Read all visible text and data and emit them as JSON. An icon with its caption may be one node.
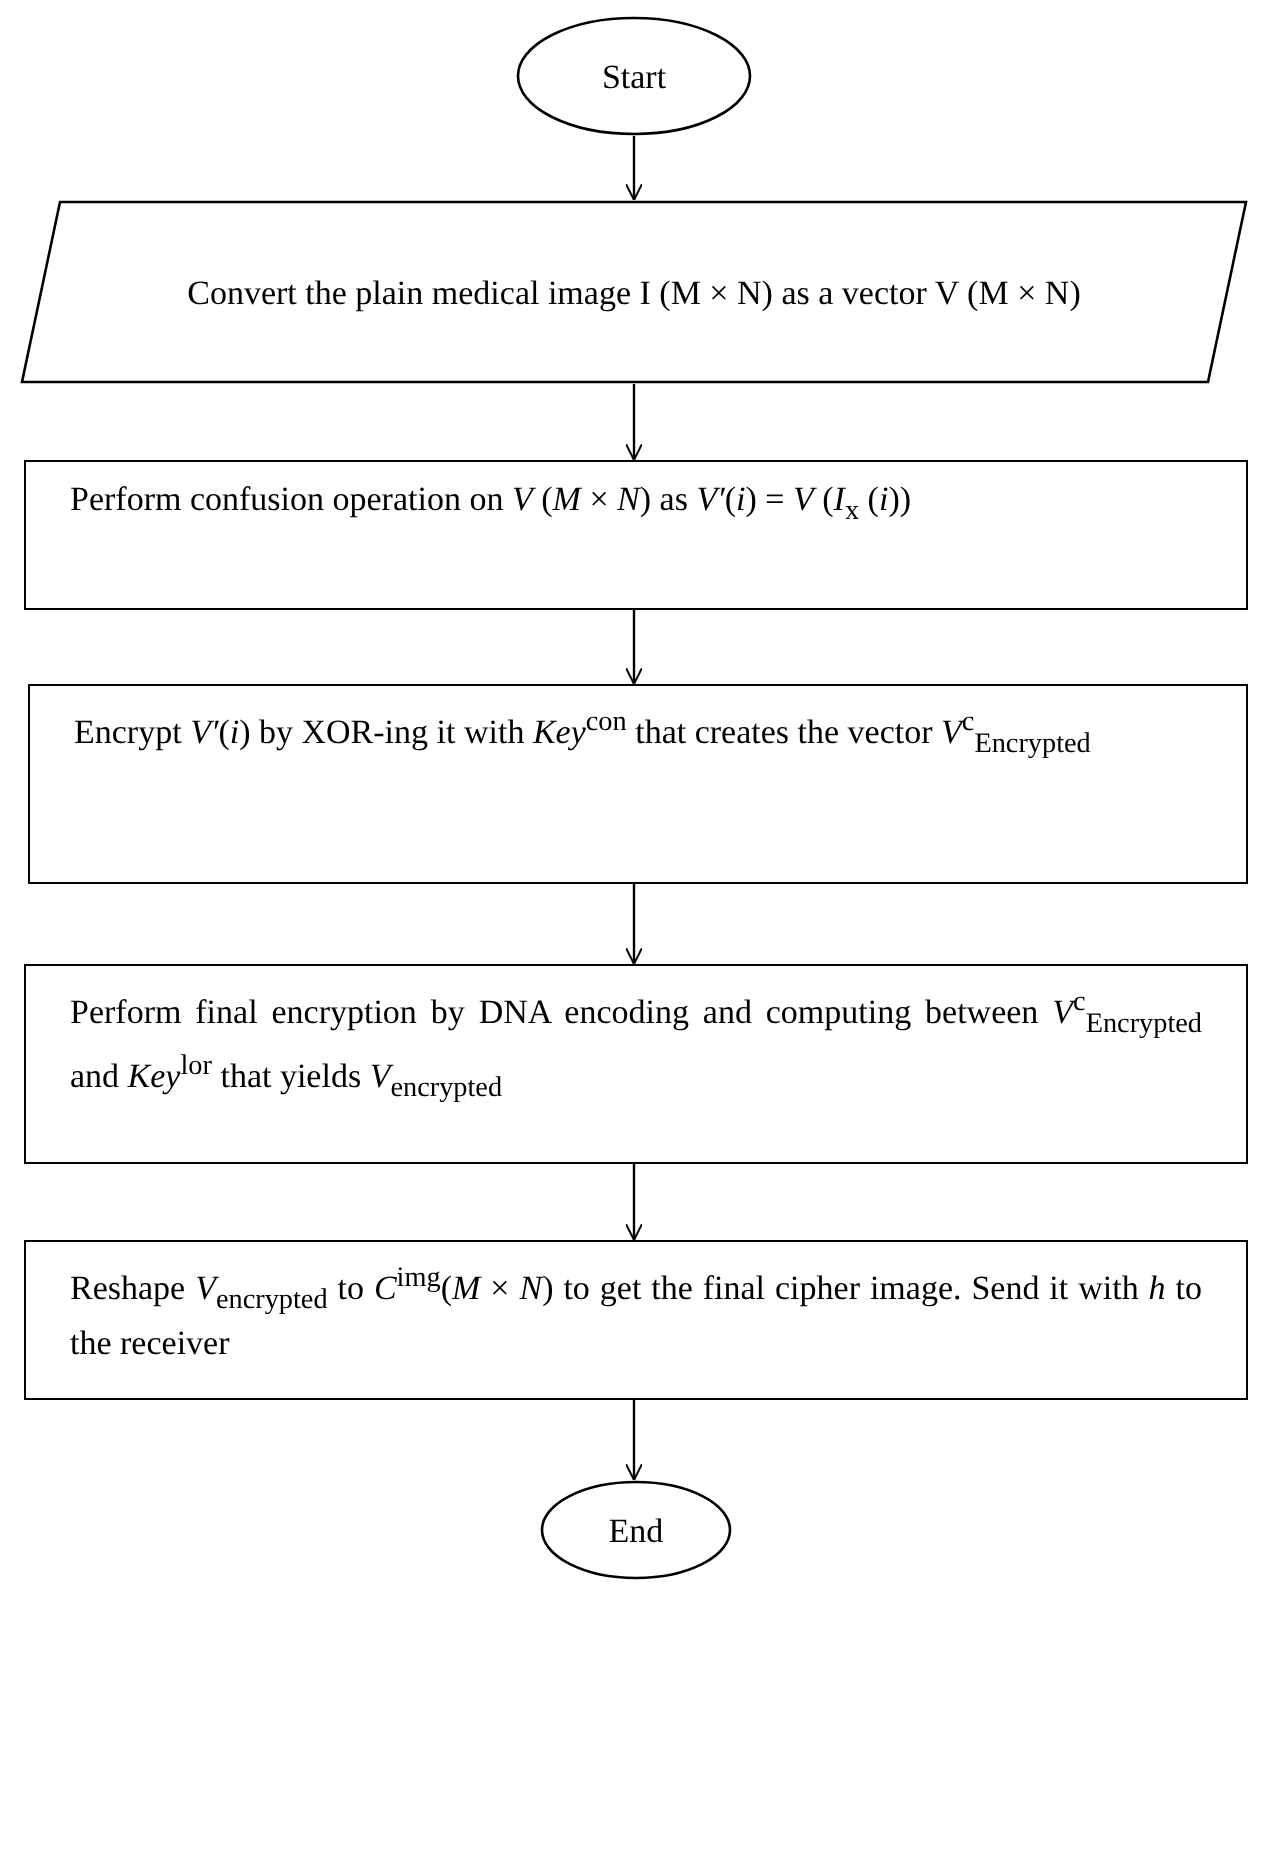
{
  "diagram": {
    "nodes": [
      {
        "text": [
          "Start"
        ]
      },
      {
        "text": [
          "Convert the plain medical image I (M × N) as a vector V (M × N)"
        ]
      },
      {
        "text": [
          "Perform confusion operation on *V* (*M* × *N*) as *V′*(*i*) = *V* (*I*$_{x}$ (*i*))"
        ]
      },
      {
        "text": [
          "Encrypt *V′*(*i*) by XOR-ing it with *Key*$^{con}$ that creates the vector *V*$^{c}$$_{Encrypted}$"
        ]
      },
      {
        "text": [
          "Perform final encryption by DNA encoding and computing between *V*$^{c}$$_{Encrypted}$ and *Key*$^{lor}$ that yields *V*$_{encrypted}$"
        ]
      },
      {
        "text": [
          "Reshape *V*$_{encrypted}$ to *C*$^{img}$(*M* × *N*) to get the final cipher image. Send it with *h* to the receiver"
        ]
      },
      {
        "text": [
          "End"
        ]
      }
    ],
    "edges": [
      {
        "from": 0,
        "to": 1,
        "arrow": "to"
      },
      {
        "from": 1,
        "to": 2,
        "arrow": "to"
      },
      {
        "from": 2,
        "to": 3,
        "arrow": "to"
      },
      {
        "from": 3,
        "to": 4,
        "arrow": "to"
      },
      {
        "from": 4,
        "to": 5,
        "arrow": "to"
      },
      {
        "from": 5,
        "to": 6,
        "arrow": "to"
      }
    ]
  }
}
